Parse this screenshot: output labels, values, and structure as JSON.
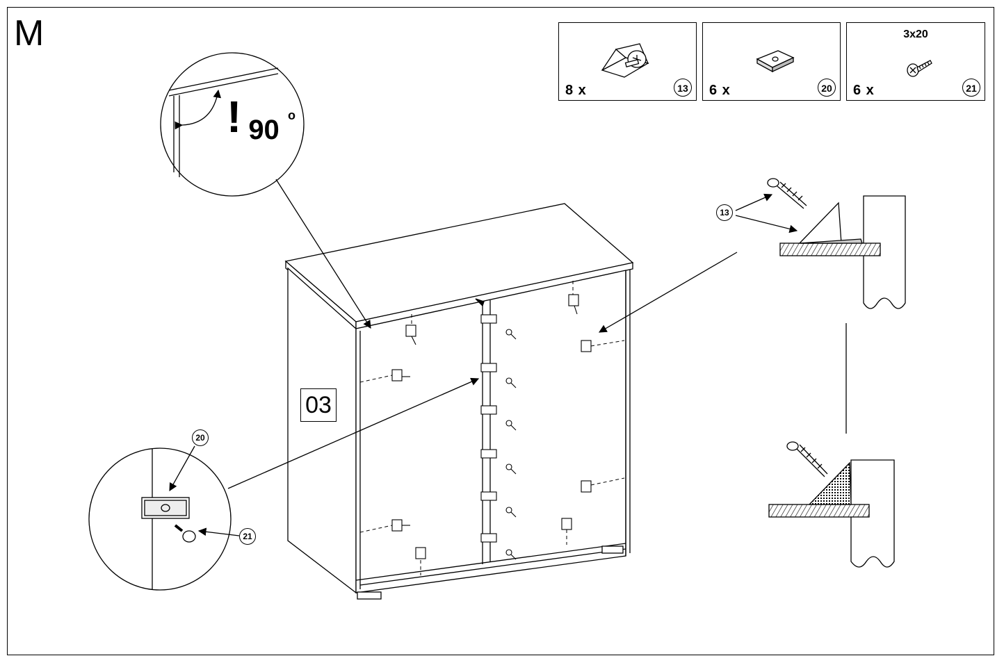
{
  "step": {
    "letter": "M"
  },
  "parts": [
    {
      "id": "13",
      "qty": "8 x",
      "size": ""
    },
    {
      "id": "20",
      "qty": "6 x",
      "size": ""
    },
    {
      "id": "21",
      "qty": "6 x",
      "size": "3x20"
    }
  ],
  "panel": {
    "label": "03"
  },
  "angle": {
    "mark": "!",
    "value": "90",
    "unit": "o"
  },
  "callouts": {
    "bracket": "13",
    "plate": "20",
    "screw": "21"
  }
}
